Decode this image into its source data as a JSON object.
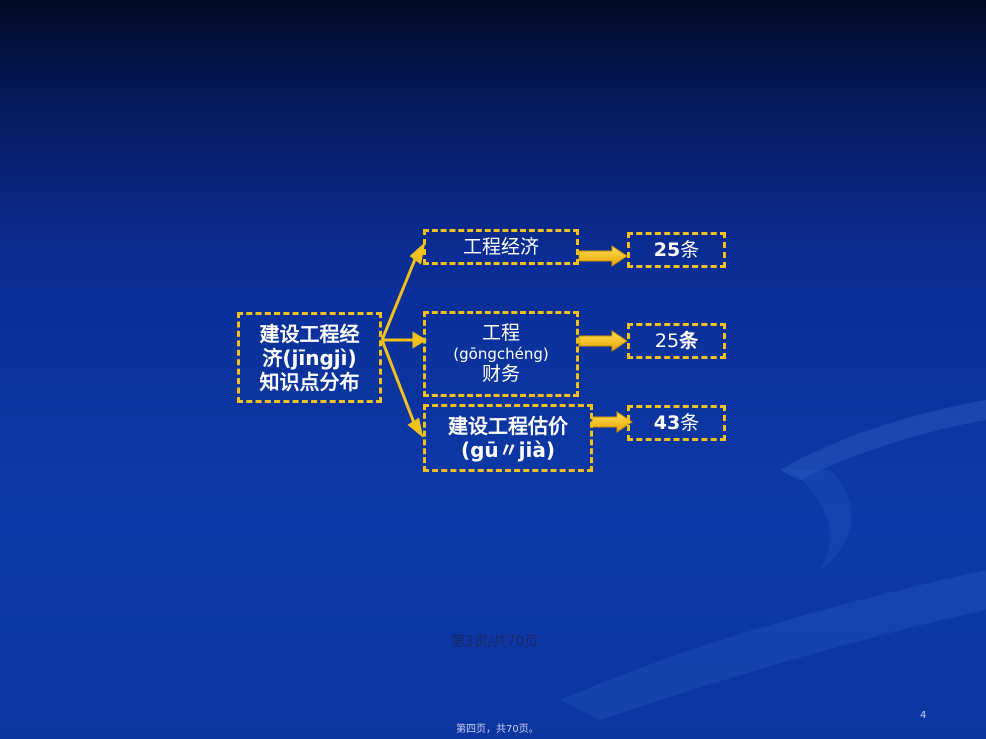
{
  "root": {
    "lines": [
      "建设工程经",
      "济(jīngjì)",
      "知识点分布"
    ]
  },
  "branches": [
    {
      "lines": [
        "工程经济"
      ],
      "count_num": "25",
      "count_unit": "条"
    },
    {
      "lines": [
        "工程",
        "(gōngchéng)",
        "财务"
      ],
      "count_num": "25",
      "count_unit": "条"
    },
    {
      "lines": [
        "建设工程估价",
        "(gū〃jià)"
      ],
      "count_num": "43",
      "count_unit": "条"
    }
  ],
  "footer": {
    "page_center": "第3页/共70页",
    "page_number": "4",
    "page_bottom": "第四页，共70页。"
  },
  "colors": {
    "border": "#f2c11c",
    "text": "#ffffff",
    "background": "#0d3aa8"
  }
}
